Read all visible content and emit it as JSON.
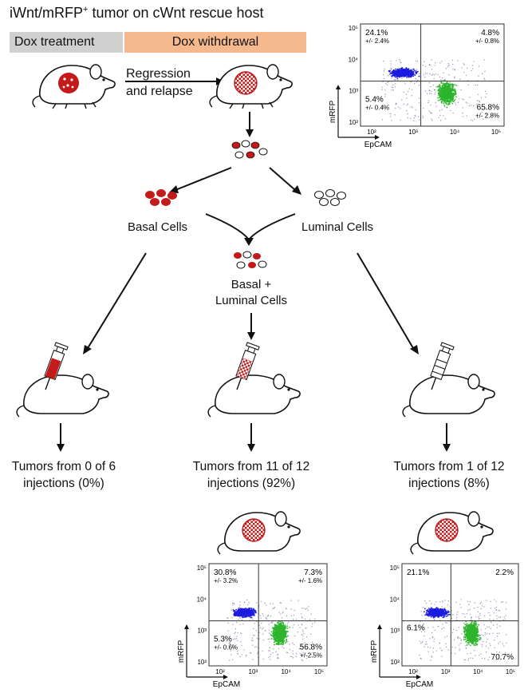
{
  "header": {
    "title_main": "iWnt/mRFP",
    "title_sup": "+",
    "title_rest": " tumor on cWnt rescue host",
    "dox_treatment": "Dox treatment",
    "dox_withdrawal": "Dox withdrawal"
  },
  "steps": {
    "regression_line1": "Regression",
    "regression_line2": "and relapse",
    "basal": "Basal Cells",
    "luminal": "Luminal Cells",
    "mixed_line1": "Basal +",
    "mixed_line2": "Luminal Cells"
  },
  "outcomes": [
    {
      "line1": "Tumors from 0 of 6",
      "line2": "injections (0%)"
    },
    {
      "line1": "Tumors from 11 of 12",
      "line2": "injections (92%)"
    },
    {
      "line1": "Tumors from 1 of 12",
      "line2": "injections (8%)"
    }
  ],
  "colors": {
    "tumor_red": "#c41a1a",
    "basal_blue": "#1c1ce0",
    "luminal_green": "#2db52d",
    "withdrawal_orange": "#f6b98d",
    "treatment_gray": "#d0d0d0"
  },
  "plots": [
    {
      "xlabel": "EpCAM",
      "ylabel": "mRFP",
      "xticks": [
        "10²",
        "10³",
        "10⁴",
        "10⁵"
      ],
      "yticks": [
        "10⁵",
        "10⁴",
        "10³",
        "10²"
      ],
      "quadrants": {
        "ul": {
          "pct": "24.1%",
          "err": "+/- 2.4%"
        },
        "ur": {
          "pct": "4.8%",
          "err": "+/- 0.8%"
        },
        "ll": {
          "pct": "5.4%",
          "err": "+/- 0.4%"
        },
        "lr": {
          "pct": "65.8%",
          "err": "+/- 2.8%"
        }
      }
    },
    {
      "xlabel": "EpCAM",
      "ylabel": "mRFP",
      "xticks": [
        "10²",
        "10³",
        "10⁴",
        "10⁵"
      ],
      "yticks": [
        "10⁵",
        "10⁴",
        "10³",
        "10²"
      ],
      "quadrants": {
        "ul": {
          "pct": "30.8%",
          "err": "+/- 3.2%"
        },
        "ur": {
          "pct": "7.3%",
          "err": "+/- 1.6%"
        },
        "ll": {
          "pct": "5.3%",
          "err": "+/- 0.6%"
        },
        "lr": {
          "pct": "56.8%",
          "err": "+/-2.5%"
        }
      }
    },
    {
      "xlabel": "EpCAM",
      "ylabel": "mRFP",
      "xticks": [
        "10²",
        "10³",
        "10⁴",
        "10⁵"
      ],
      "yticks": [
        "10⁵",
        "10⁴",
        "10³",
        "10²"
      ],
      "quadrants": {
        "ul": {
          "pct": "21.1%",
          "err": ""
        },
        "ur": {
          "pct": "2.2%",
          "err": ""
        },
        "ll": {
          "pct": "6.1%",
          "err": ""
        },
        "lr": {
          "pct": "70.7%",
          "err": ""
        }
      }
    }
  ]
}
